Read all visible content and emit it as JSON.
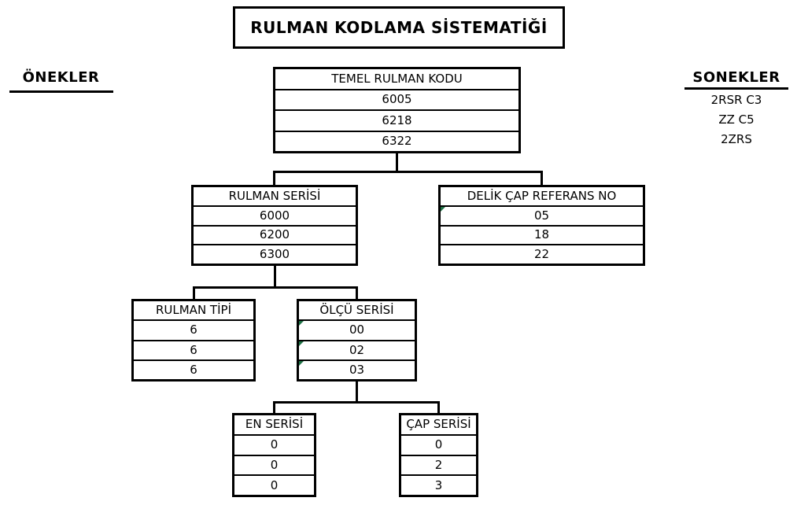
{
  "title": "RULMAN KODLAMA SİSTEMATİĞİ",
  "prefixes": {
    "heading": "ÖNEKLER"
  },
  "suffixes": {
    "heading": "SONEKLER",
    "items": [
      "2RSR C3",
      "ZZ C5",
      "2ZRS"
    ]
  },
  "tree": {
    "temel_rulman_kodu": {
      "header": "TEMEL RULMAN KODU",
      "values": [
        "6005",
        "6218",
        "6322"
      ]
    },
    "rulman_serisi": {
      "header": "RULMAN SERİSİ",
      "values": [
        "6000",
        "6200",
        "6300"
      ]
    },
    "delik_cap_referans_no": {
      "header": "DELİK ÇAP REFERANS NO",
      "values": [
        "05",
        "18",
        "22"
      ]
    },
    "rulman_tipi": {
      "header": "RULMAN TİPİ",
      "values": [
        "6",
        "6",
        "6"
      ]
    },
    "olcu_serisi": {
      "header": "ÖLÇÜ SERİSİ",
      "values": [
        "00",
        "02",
        "03"
      ]
    },
    "en_serisi": {
      "header": "EN SERİSİ",
      "values": [
        "0",
        "0",
        "0"
      ]
    },
    "cap_serisi": {
      "header": "ÇAP SERİSİ",
      "values": [
        "0",
        "2",
        "3"
      ]
    }
  },
  "colors": {
    "background": "#ffffff",
    "line": "#000000",
    "text": "#000000",
    "cell_marker_green": "#1e7145"
  }
}
